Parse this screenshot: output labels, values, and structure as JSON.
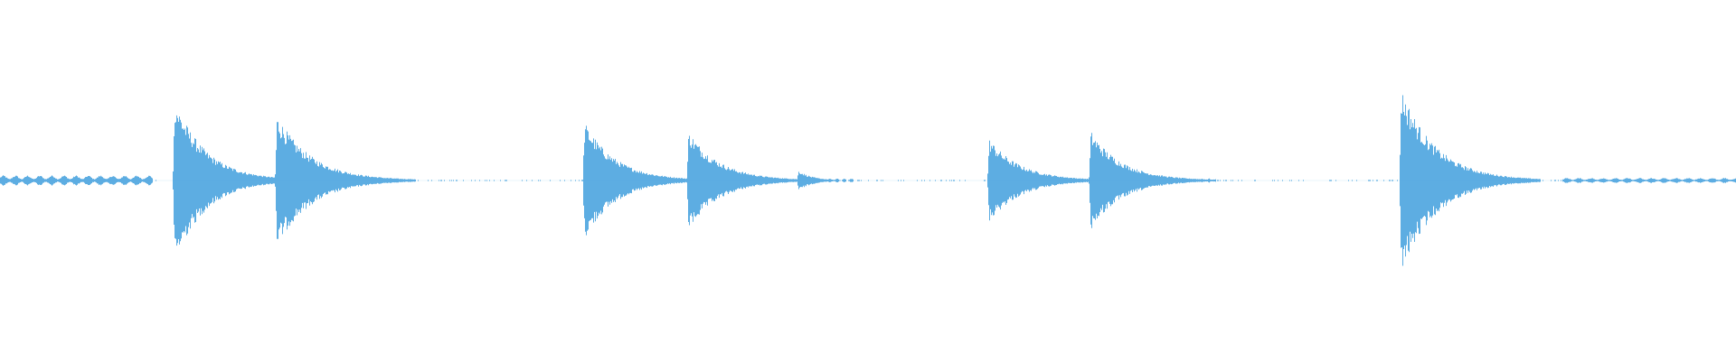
{
  "waveform": {
    "color": "#5DADE2",
    "background": "#FFFFFF",
    "amplitude_max": 1.0,
    "duration_units": 1,
    "transients": [
      {
        "t": 0.1005,
        "peak": 0.82,
        "decay": 0.018
      },
      {
        "t": 0.1594,
        "peak": 0.66,
        "decay": 0.02
      },
      {
        "t": 0.3366,
        "peak": 0.59,
        "decay": 0.018
      },
      {
        "t": 0.3965,
        "peak": 0.5,
        "decay": 0.018
      },
      {
        "t": 0.4599,
        "peak": 0.1,
        "decay": 0.008
      },
      {
        "t": 0.5697,
        "peak": 0.42,
        "decay": 0.018
      },
      {
        "t": 0.6282,
        "peak": 0.5,
        "decay": 0.018
      },
      {
        "t": 0.807,
        "peak": 0.93,
        "decay": 0.02
      }
    ],
    "noise_regions": [
      {
        "start": 0.0,
        "end": 0.088,
        "level": 0.04
      },
      {
        "start": 0.9,
        "end": 1.0,
        "level": 0.02
      }
    ]
  }
}
